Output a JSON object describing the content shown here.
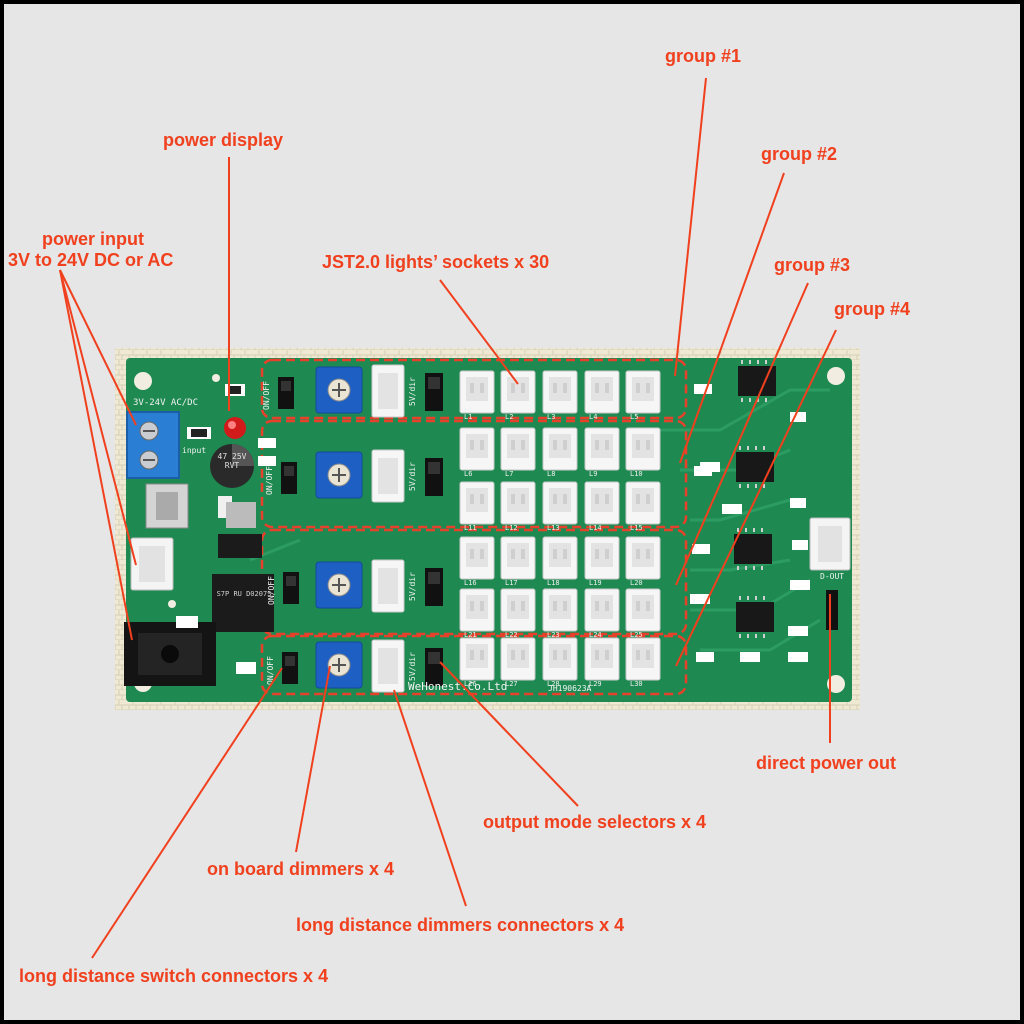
{
  "callouts": {
    "group1": "group #1",
    "group2": "group #2",
    "group3": "group #3",
    "group4": "group #4",
    "power_display": "power display",
    "power_input_line1": "power input",
    "power_input_line2": "3V to 24V DC or AC",
    "sockets": "JST2.0 lights’ sockets x 30",
    "direct_power_out": "direct power out",
    "output_mode_selectors": "output mode selectors x 4",
    "on_board_dimmers": "on board dimmers x 4",
    "long_distance_dimmers": "long distance dimmers connectors x 4",
    "long_distance_switch": "long distance switch connectors x 4"
  },
  "board": {
    "input_label": "3V-24V AC/DC",
    "input_small": "input",
    "capacitor_text": "47 25V RVT",
    "regulator_text": "S7P RU D0207S",
    "onoff_label": "ON/OFF",
    "mode_label": "5V/dir",
    "dout_label": "D-OUT",
    "maker_text": "WeHonest.Co.Ltd",
    "pcb_code": "JH190623A",
    "socket_rows": [
      [
        "L1",
        "L2",
        "L3",
        "L4",
        "L5"
      ],
      [
        "L6",
        "L7",
        "L8",
        "L9",
        "L10"
      ],
      [
        "L11",
        "L12",
        "L13",
        "L14",
        "L15"
      ],
      [
        "L16",
        "L17",
        "L18",
        "L19",
        "L20"
      ],
      [
        "L21",
        "L22",
        "L23",
        "L24",
        "L25"
      ],
      [
        "L26",
        "L27",
        "L28",
        "L29",
        "L30"
      ]
    ]
  },
  "colors": {
    "background": "#e6e6e6",
    "frame": "#000000",
    "callout": "#f0401e",
    "pcb": "#1e8a52",
    "group_outline": "#e8402a",
    "trimmer": "#1e5fc4",
    "terminal": "#2a7fd4"
  }
}
